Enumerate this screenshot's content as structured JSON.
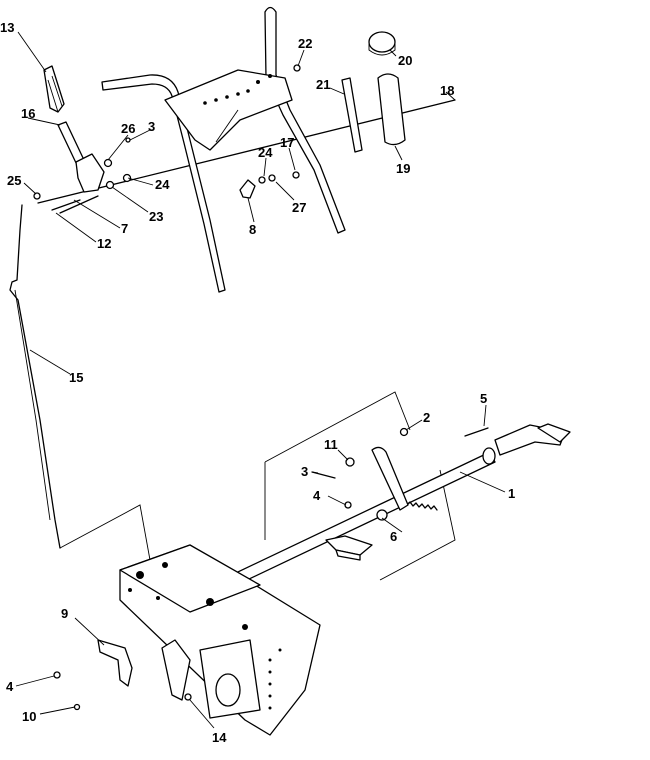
{
  "labels": [
    "13",
    "16",
    "26",
    "3",
    "25",
    "24",
    "23",
    "7",
    "12",
    "22",
    "21",
    "18",
    "20",
    "19",
    "17",
    "24",
    "27",
    "8",
    "15",
    "5",
    "2",
    "11",
    "3",
    "1",
    "4",
    "6",
    "9",
    "4",
    "10",
    "14"
  ]
}
